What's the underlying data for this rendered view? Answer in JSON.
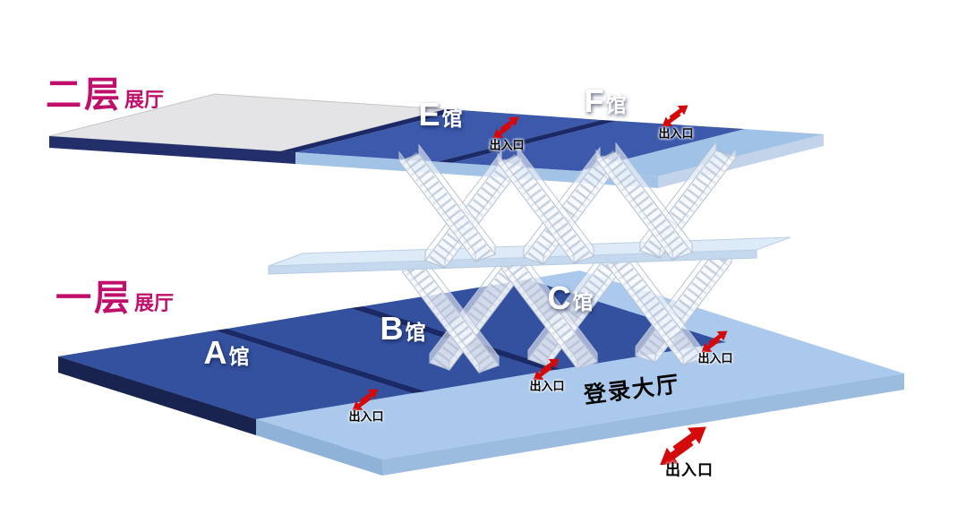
{
  "floors": {
    "second": {
      "name": "二层",
      "suffix": "展厅"
    },
    "first": {
      "name": "一层",
      "suffix": "展厅"
    }
  },
  "halls": {
    "a": {
      "letter": "A",
      "suffix": "馆"
    },
    "b": {
      "letter": "B",
      "suffix": "馆"
    },
    "c": {
      "letter": "C",
      "suffix": "馆"
    },
    "e": {
      "letter": "E",
      "suffix": "馆"
    },
    "f": {
      "letter": "F",
      "suffix": "馆"
    }
  },
  "lobby": {
    "label": "登录大厅"
  },
  "exit": {
    "label": "出入口"
  },
  "icons": {
    "entrance_marker": "double-red-arrows"
  },
  "colors": {
    "hall_floor_blue": "#3a57a8",
    "divider_navy": "#1b2a66",
    "lobby_light_blue": "#aac9ec",
    "deck_gray": "#e4e4e6",
    "platform_blue": "#dce9f7",
    "floor_label_magenta": "#c00e6b",
    "hall_text_white": "#ffffff",
    "exit_arrow_red": "#d40a0a",
    "exit_text_black": "#000000",
    "background": "#ffffff"
  }
}
